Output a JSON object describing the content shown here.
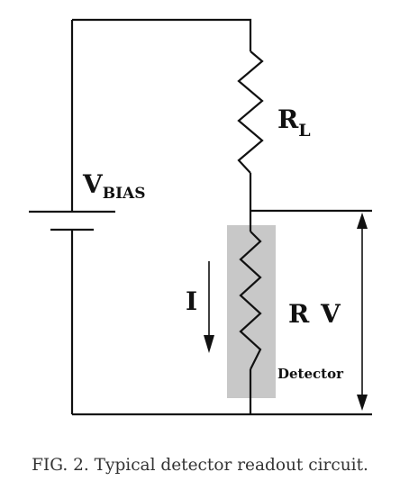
{
  "figure": {
    "labels": {
      "v_bias_main": "V",
      "v_bias_sub": "BIAS",
      "r_load_main": "R",
      "r_load_sub": "L",
      "current": "I",
      "detector_resistance": "R",
      "voltage": "V",
      "detector": "Detector"
    },
    "caption": "FIG. 2.  Typical detector readout circuit.",
    "colors": {
      "detector_box": "#c8c8c8",
      "wire": "#111111"
    }
  }
}
